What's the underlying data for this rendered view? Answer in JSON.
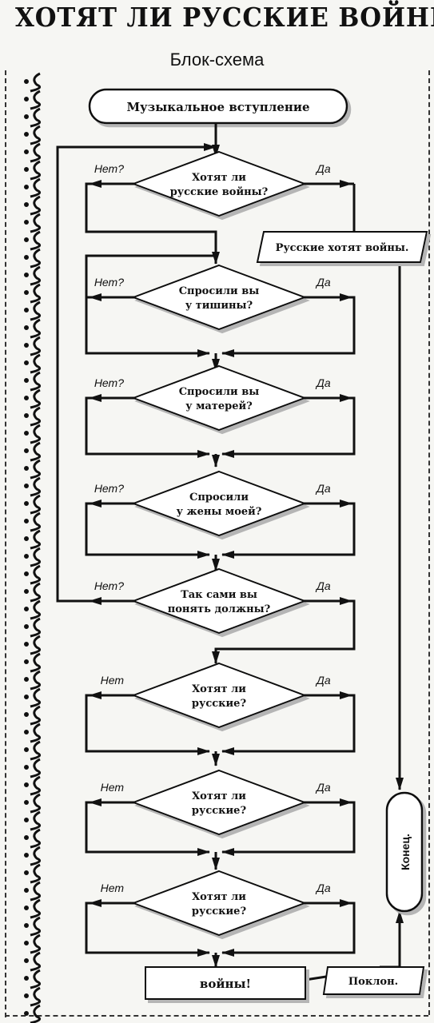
{
  "title": "ХОТЯТ ЛИ РУССКИЕ ВОЙНЫ?",
  "subtitle": "Блок-схема",
  "start_label": "Музыкальное вступление",
  "branch_yes": "Да",
  "branch_no_q": "Нет?",
  "branch_no": "Нет",
  "decisions": [
    {
      "line1": "Хотят ли",
      "line2": "русские войны?",
      "no": "Нет?",
      "yes": "Да"
    },
    {
      "line1": "Спросили вы",
      "line2": "у тишины?",
      "no": "Нет?",
      "yes": "Да"
    },
    {
      "line1": "Спросили вы",
      "line2": "у матерей?",
      "no": "Нет?",
      "yes": "Да"
    },
    {
      "line1": "Спросили",
      "line2": "у жены моей?",
      "no": "Нет?",
      "yes": "Да"
    },
    {
      "line1": "Так сами вы",
      "line2": "понять должны?",
      "no": "Нет?",
      "yes": "Да"
    },
    {
      "line1": "Хотят ли",
      "line2": "русские?",
      "no": "Нет",
      "yes": "Да"
    },
    {
      "line1": "Хотят ли",
      "line2": "русские?",
      "no": "Нет",
      "yes": "Да"
    },
    {
      "line1": "Хотят ли",
      "line2": "русские?",
      "no": "Нет",
      "yes": "Да"
    }
  ],
  "russians_want_war": "Русские хотят войны.",
  "end_label": "Конец.",
  "voyny_label": "войны!",
  "bow_label": "Поклон.",
  "decor": {
    "ornament": "vertical-ornament-icon"
  }
}
